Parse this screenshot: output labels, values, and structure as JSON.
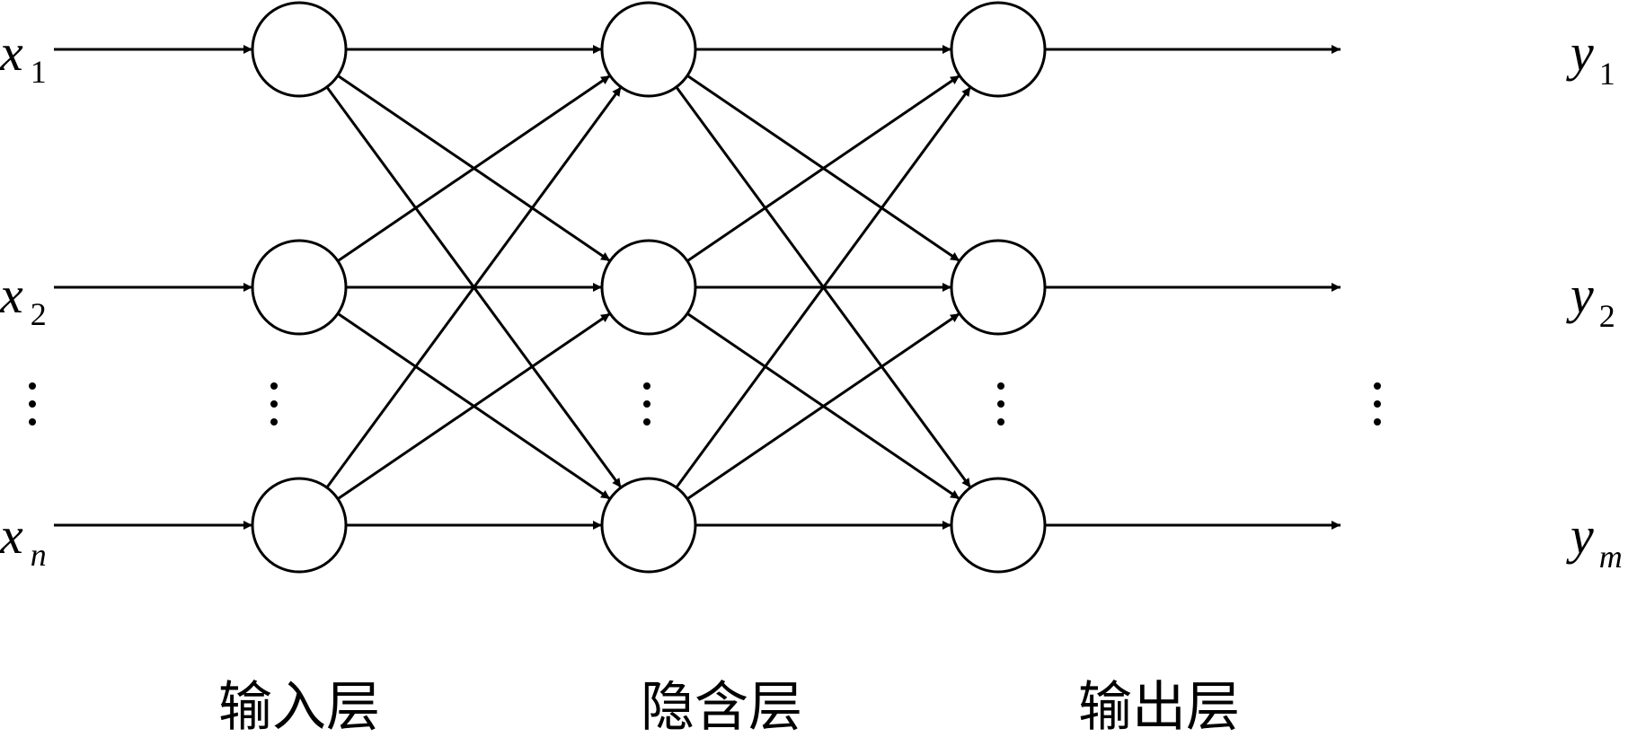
{
  "inputs": [
    {
      "letter": "x",
      "sub": "1"
    },
    {
      "letter": "x",
      "sub": "2"
    },
    {
      "letter": "x",
      "sub": "n"
    }
  ],
  "outputs": [
    {
      "letter": "y",
      "sub": "1"
    },
    {
      "letter": "y",
      "sub": "2"
    },
    {
      "letter": "y",
      "sub": "m"
    }
  ],
  "layer_labels": {
    "input": "输入层",
    "hidden": "隐含层",
    "output": "输出层"
  },
  "diagram": {
    "type": "feed-forward neural network",
    "layers": [
      "input",
      "hidden",
      "output"
    ],
    "nodes_shown_per_layer": 3,
    "fully_connected": true,
    "ellipsis_marker": "⋮"
  }
}
